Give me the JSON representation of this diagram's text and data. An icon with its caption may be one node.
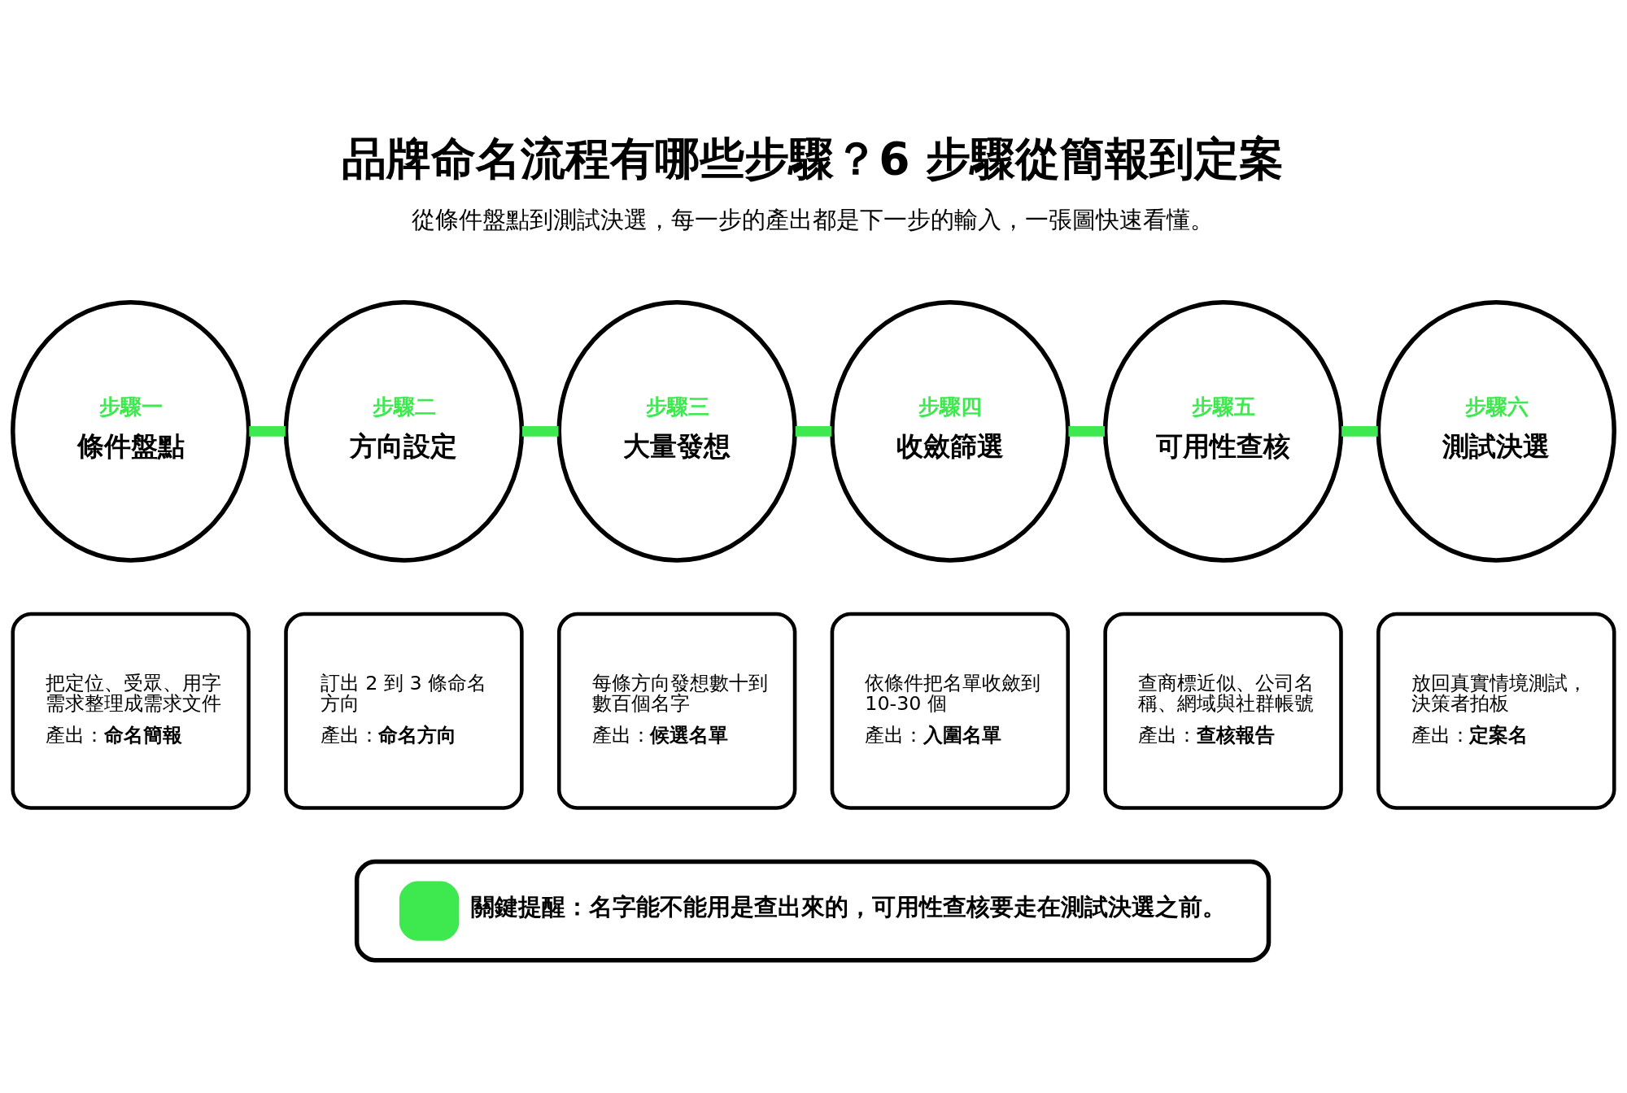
{
  "diagram": {
    "title": "品牌命名流程有哪些步驟？6 步驟從簡報到定案",
    "nodes": [
      {
        "text": [
          "步驟一",
          "條件盤點"
        ]
      },
      {
        "text": [
          "步驟二",
          "方向設定"
        ]
      },
      {
        "text": [
          "步驟三",
          "大量發想"
        ]
      },
      {
        "text": [
          "步驟四",
          "收斂篩選"
        ]
      },
      {
        "text": [
          "步驟五",
          "可用性查核"
        ]
      },
      {
        "text": [
          "步驟六",
          "測試決選"
        ]
      },
      {
        "text": [
          "把定位、受眾、用字需求整理成需求文件",
          "產出：**命名簡報**"
        ]
      },
      {
        "text": [
          "訂出 2 到 3 條命名方向",
          "產出：**命名方向**"
        ]
      },
      {
        "text": [
          "每條方向發想數十到數百個名字",
          "產出：**候選名單**"
        ]
      },
      {
        "text": [
          "依條件把名單收斂到 10-30 個",
          "產出：**入圍名單**"
        ]
      },
      {
        "text": [
          "查商標近似、公司名稱、網域與社群帳號",
          "產出：**查核報告**"
        ]
      },
      {
        "text": [
          "放回真實情境測試，決策者拍板",
          "產出：**定案名**"
        ]
      },
      {
        "text": [
          "關鍵提醒：名字能不能用是查出來的，可用性查核要走在測試決選之前。"
        ]
      }
    ],
    "edges": [
      {
        "from": 0,
        "to": 1,
        "arrow": "none"
      },
      {
        "from": 1,
        "to": 2,
        "arrow": "none"
      },
      {
        "from": 2,
        "to": 3,
        "arrow": "none"
      },
      {
        "from": 3,
        "to": 4,
        "arrow": "none"
      },
      {
        "from": 4,
        "to": 5,
        "arrow": "none"
      }
    ],
    "labels": [
      "從條件盤點到測試決選，每一步的產出都是下一步的輸入，一張圖快速看懂。"
    ]
  }
}
